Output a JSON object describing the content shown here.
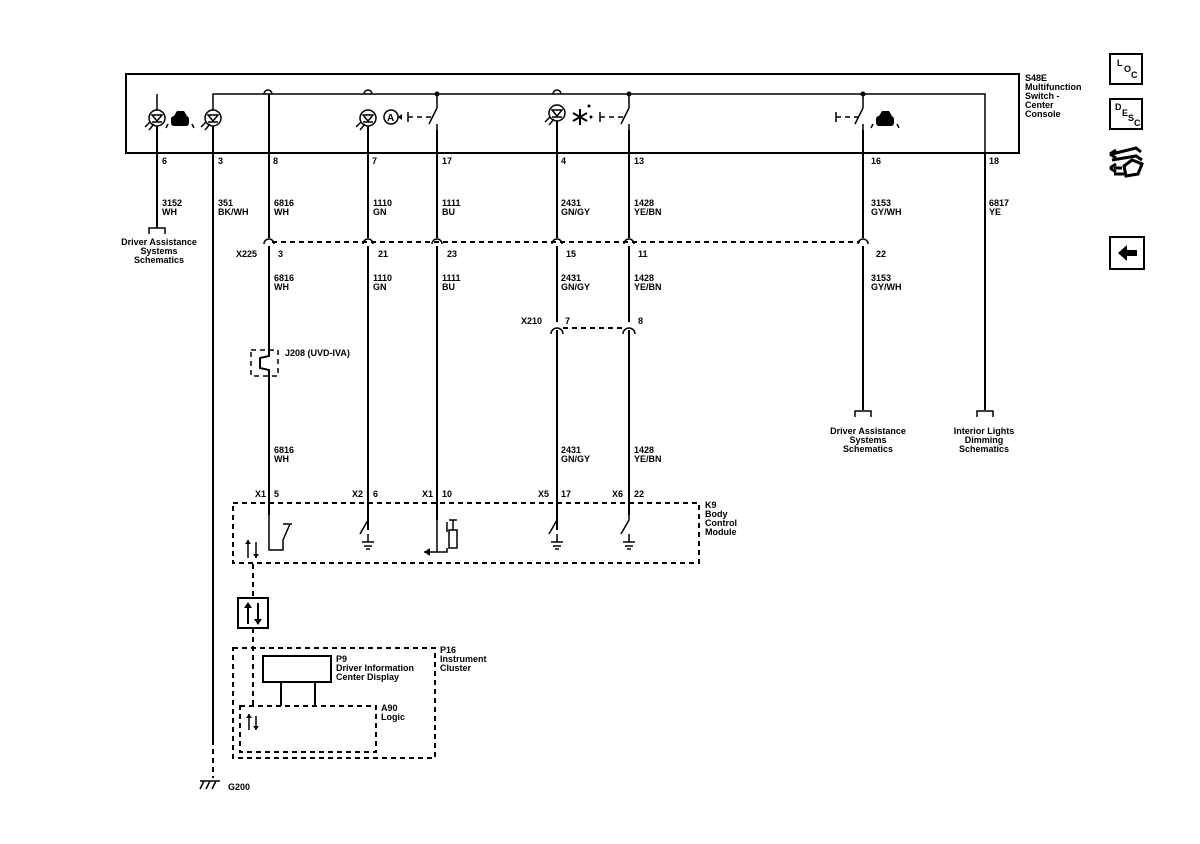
{
  "nav": {
    "loc": [
      "L",
      "O",
      "C"
    ],
    "desc": [
      "D",
      "E",
      "S",
      "C"
    ]
  },
  "s48e": {
    "id": "S48E",
    "lines": [
      "Multifunction",
      "Switch -",
      "Center",
      "Console"
    ]
  },
  "switch_pins": [
    "6",
    "3",
    "8",
    "7",
    "17",
    "4",
    "13",
    "16",
    "18"
  ],
  "wires_top": [
    {
      "num": "3152",
      "color": "WH"
    },
    {
      "num": "351",
      "color": "BK/WH"
    },
    {
      "num": "6816",
      "color": "WH"
    },
    {
      "num": "1110",
      "color": "GN"
    },
    {
      "num": "1111",
      "color": "BU"
    },
    {
      "num": "2431",
      "color": "GN/GY"
    },
    {
      "num": "1428",
      "color": "YE/BN"
    },
    {
      "num": "3153",
      "color": "GY/WH"
    },
    {
      "num": "6817",
      "color": "YE"
    }
  ],
  "refs": {
    "das1": [
      "Driver Assistance",
      "Systems",
      "Schematics"
    ],
    "das2": [
      "Driver Assistance",
      "Systems",
      "Schematics"
    ],
    "ild": [
      "Interior Lights",
      "Dimming",
      "Schematics"
    ]
  },
  "x225": {
    "id": "X225",
    "pins": [
      "3",
      "21",
      "23",
      "15",
      "11",
      "22"
    ]
  },
  "wires_mid": [
    {
      "num": "6816",
      "color": "WH"
    },
    {
      "num": "1110",
      "color": "GN"
    },
    {
      "num": "1111",
      "color": "BU"
    },
    {
      "num": "2431",
      "color": "GN/GY"
    },
    {
      "num": "1428",
      "color": "YE/BN"
    },
    {
      "num": "3153",
      "color": "GY/WH"
    }
  ],
  "x210": {
    "id": "X210",
    "pins": [
      "7",
      "8"
    ]
  },
  "j208": "J208 (UVD-IVA)",
  "wires_low": [
    {
      "num": "6816",
      "color": "WH"
    },
    {
      "num": "2431",
      "color": "GN/GY"
    },
    {
      "num": "1428",
      "color": "YE/BN"
    }
  ],
  "k9_pins": [
    {
      "conn": "X1",
      "pin": "5"
    },
    {
      "conn": "X2",
      "pin": "6"
    },
    {
      "conn": "X1",
      "pin": "10"
    },
    {
      "conn": "X5",
      "pin": "17"
    },
    {
      "conn": "X6",
      "pin": "22"
    }
  ],
  "k9": {
    "id": "K9",
    "lines": [
      "Body",
      "Control",
      "Module"
    ]
  },
  "p16": {
    "id": "P16",
    "lines": [
      "Instrument",
      "Cluster"
    ]
  },
  "p9": {
    "id": "P9",
    "lines": [
      "Driver Information",
      "Center Display"
    ]
  },
  "a90": {
    "id": "A90",
    "lines": [
      "Logic"
    ]
  },
  "ground": "G200"
}
